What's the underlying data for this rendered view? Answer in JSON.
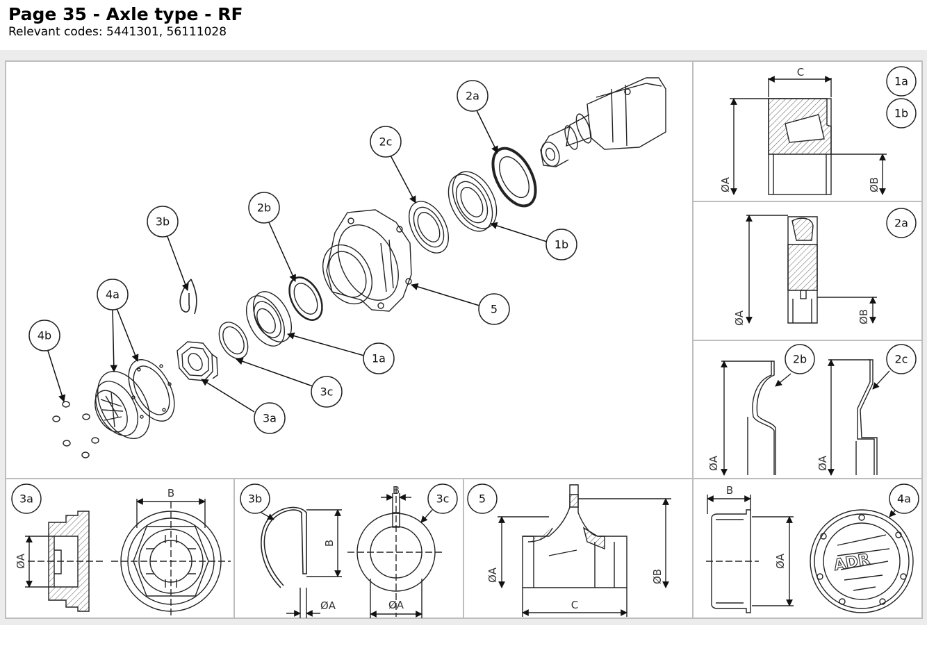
{
  "page": {
    "title": "Page 35 - Axle type - RF",
    "codes_text": "Relevant codes: 5441301, 56111028"
  },
  "callouts": {
    "c1a": "1a",
    "c1b": "1b",
    "c2a": "2a",
    "c2b": "2b",
    "c2c": "2c",
    "c3a": "3a",
    "c3b": "3b",
    "c3c": "3c",
    "c4a": "4a",
    "c4b": "4b",
    "c5": "5"
  },
  "panels": {
    "p1": {
      "tag1": "1a",
      "tag2": "1b",
      "dim_c": "C",
      "dim_a": "ØA",
      "dim_b": "ØB"
    },
    "p2a": {
      "tag": "2a",
      "dim_a": "ØA",
      "dim_b": "ØB"
    },
    "p2bc": {
      "tag1": "2b",
      "tag2": "2c",
      "dim_a1": "ØA",
      "dim_a2": "ØA"
    },
    "p3a": {
      "tag": "3a",
      "dim_a": "ØA",
      "dim_b": "B"
    },
    "p3bc": {
      "tag1": "3b",
      "tag2": "3c",
      "dim_b1": "B",
      "dim_b2": "B",
      "dim_a1": "ØA",
      "dim_a2": "ØA"
    },
    "p5": {
      "tag": "5",
      "dim_a": "ØA",
      "dim_b": "ØB",
      "dim_c": "C"
    },
    "p4a": {
      "tag": "4a",
      "dim_b": "B",
      "dim_a": "ØA",
      "logo": "ADR"
    }
  },
  "colors": {
    "line": "#222222",
    "frame": "#bdbdbd",
    "band": "#ececec",
    "hatch": "#555555"
  }
}
